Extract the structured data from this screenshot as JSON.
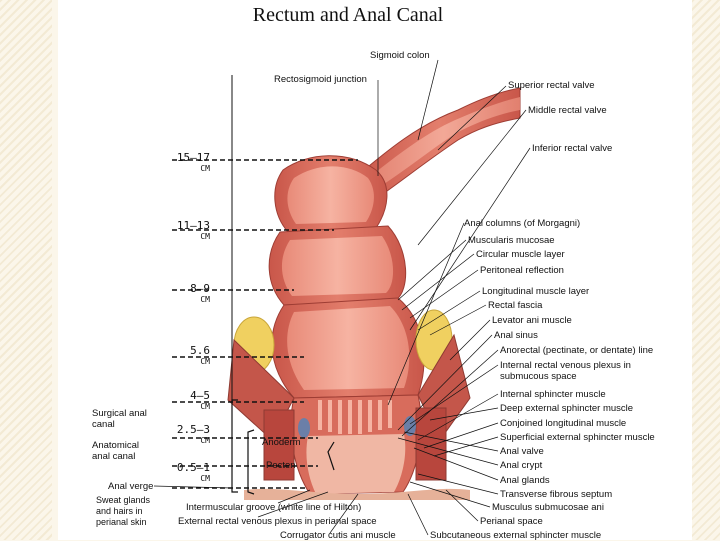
{
  "title": "Rectum and Anal Canal",
  "depth_markers": [
    {
      "value": "15–17",
      "unit": "CM"
    },
    {
      "value": "11–13",
      "unit": "CM"
    },
    {
      "value": "8–9",
      "unit": "CM"
    },
    {
      "value": "5.6",
      "unit": "CM"
    },
    {
      "value": "4–5",
      "unit": "CM"
    },
    {
      "value": "2.5–3",
      "unit": "CM"
    },
    {
      "value": "0.5–1",
      "unit": "CM"
    }
  ],
  "left_labels": {
    "surgical_canal": "Surgical anal canal",
    "anatomical_canal": "Anatomical anal canal",
    "anal_verge": "Anal verge",
    "sweat_glands": "Sweat glands and hairs in perianal skin"
  },
  "top_labels": {
    "sigmoid_colon": "Sigmoid colon",
    "rectosigmoid": "Rectosigmoid junction"
  },
  "inner_labels": {
    "anoderm": "Anoderm",
    "pecten": "Pecten"
  },
  "right_labels": [
    "Superior rectal valve",
    "Middle rectal valve",
    "Inferior rectal valve",
    "Anal columns (of Morgagni)",
    "Muscularis mucosae",
    "Circular muscle layer",
    "Peritoneal reflection",
    "Longitudinal muscle layer",
    "Rectal fascia",
    "Levator ani muscle",
    "Anal sinus",
    "Anorectal (pectinate, or dentate) line",
    "Internal rectal venous plexus in submucous space",
    "Internal sphincter muscle",
    "Deep external sphincter muscle",
    "Conjoined longitudinal muscle",
    "Superficial external sphincter muscle",
    "Anal valve",
    "Anal crypt",
    "Anal glands",
    "Transverse fibrous septum",
    "Musculus submucosae ani",
    "Perianal space",
    "Subcutaneous external sphincter muscle"
  ],
  "bottom_labels": {
    "intermuscular_groove": "Intermuscular groove (white line of Hilton)",
    "external_venous_plexus": "External rectal venous plexus in perianal space",
    "corrugator": "Corrugator cutis ani muscle"
  },
  "colors": {
    "tissue_outer": "#d9695a",
    "tissue_inner": "#f2a08f",
    "muscle_dark": "#b8463d",
    "fat": "#f0d060",
    "vein": "#6b7fa8"
  }
}
